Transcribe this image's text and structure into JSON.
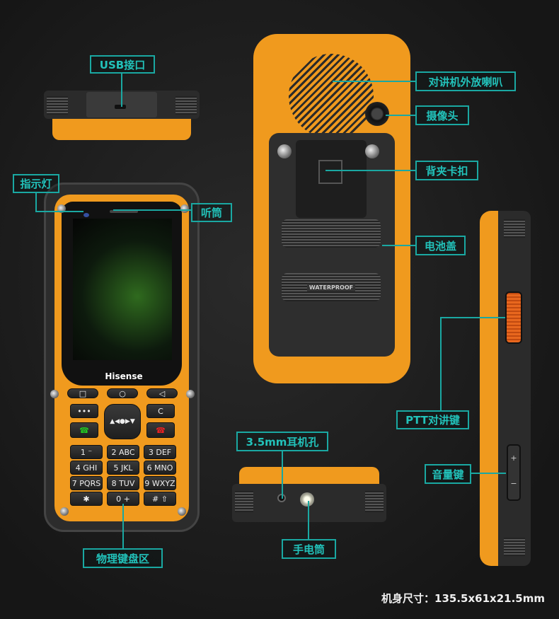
{
  "labels": {
    "usb": "USB接口",
    "indicator": "指示灯",
    "earpiece": "听筒",
    "speaker": "对讲机外放喇叭",
    "camera": "摄像头",
    "clip": "背夹卡扣",
    "battery_cover": "电池盖",
    "ptt": "PTT对讲键",
    "volume": "音量键",
    "headphone": "3.5mm耳机孔",
    "flashlight": "手电筒",
    "keypad": "物理键盘区"
  },
  "brand": "Hisense",
  "battery_text": "WATERPROOF",
  "dimensions": "机身尺寸：135.5x61x21.5mm",
  "keys": [
    "1 ⁻",
    "2 ABC",
    "3 DEF",
    "4 GHI",
    "5 JKL",
    "6 MNO",
    "7 PQRS",
    "8 TUV",
    "9 WXYZ",
    "✱",
    "0 +",
    "# ⇧"
  ],
  "nav_keys": [
    "□",
    "○",
    "◁",
    "•••",
    "C"
  ],
  "colors": {
    "accent": "#1aa8a2",
    "body": "#f09a1e"
  }
}
